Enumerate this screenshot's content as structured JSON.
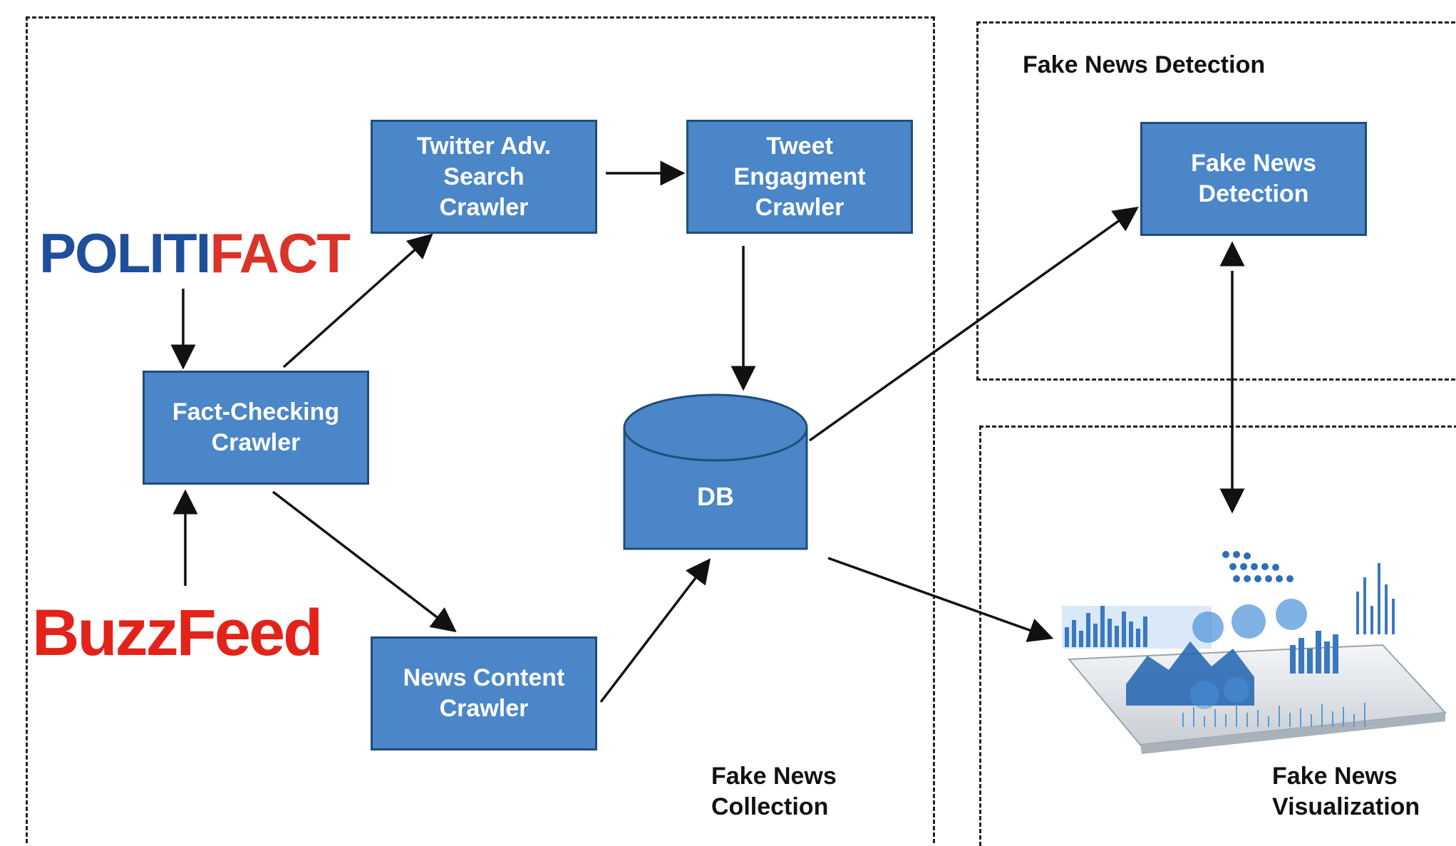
{
  "regions": {
    "collection": "Fake News\nCollection",
    "detection": "Fake News Detection",
    "visualization": "Fake News\nVisualization"
  },
  "logos": {
    "politifact_part1": "POLITI",
    "politifact_part2": "FACT",
    "buzzfeed": "BuzzFeed"
  },
  "nodes": {
    "twitter": "Twitter Adv.\nSearch\nCrawler",
    "tweet": "Tweet\nEngagment\nCrawler",
    "factcheck": "Fact-Checking\nCrawler",
    "news": "News Content\nCrawler",
    "db": "DB",
    "detect": "Fake News\nDetection"
  },
  "colors": {
    "node_fill": "#4a86c8",
    "node_border": "#1f4e79",
    "politifact_blue": "#1f4e9b",
    "politifact_red": "#d9332a",
    "buzzfeed_red": "#e2231a"
  },
  "icons": {
    "visualization": "dashboard-tablet-illustration"
  }
}
